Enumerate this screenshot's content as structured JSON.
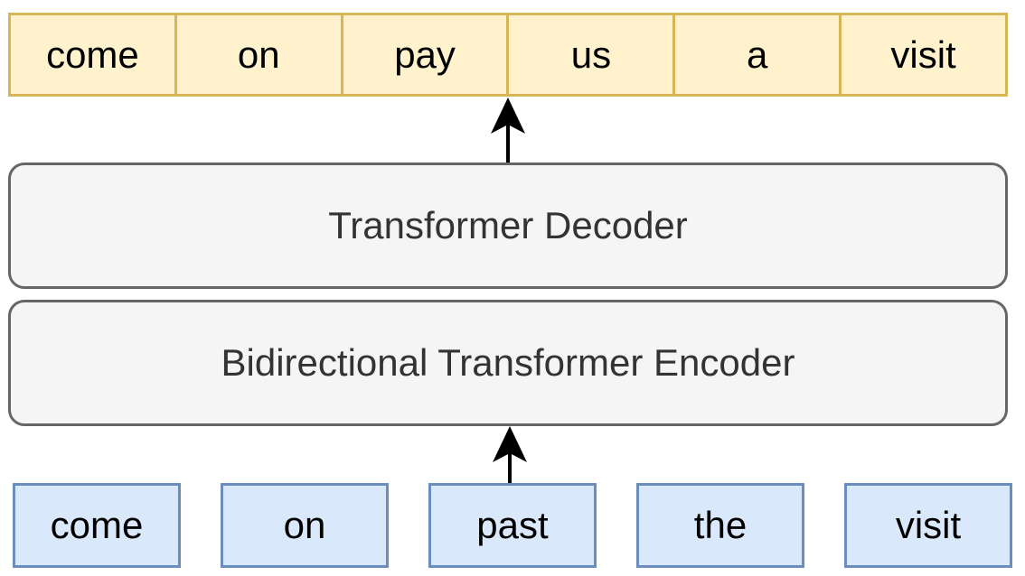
{
  "output_tokens": [
    "come",
    "on",
    "pay",
    "us",
    "a",
    "visit"
  ],
  "decoder": {
    "label": "Transformer Decoder"
  },
  "encoder": {
    "label": "Bidirectional Transformer Encoder"
  },
  "input_tokens": [
    "come",
    "on",
    "past",
    "the",
    "visit"
  ],
  "colors": {
    "output_fill": "#fff2cc",
    "output_stroke": "#d6b656",
    "block_fill": "#f5f5f5",
    "block_stroke": "#666666",
    "input_fill": "#dae8fc",
    "input_stroke": "#6c8ebf"
  }
}
